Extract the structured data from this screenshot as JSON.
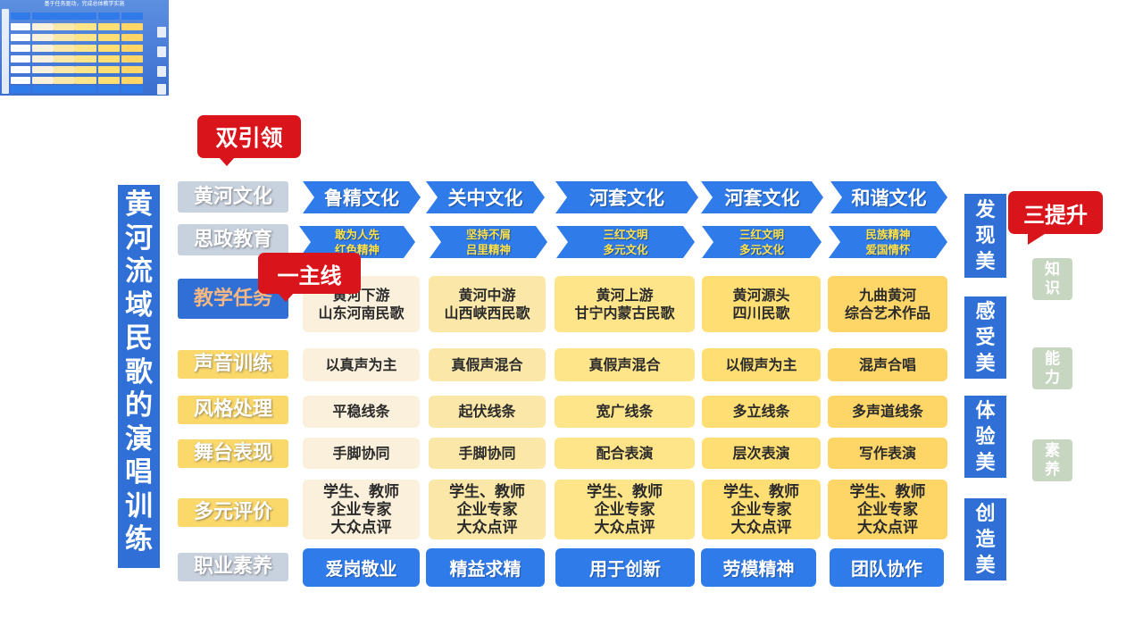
{
  "thumbnail": {
    "title": "基于任务驱动，完成总体教学实施"
  },
  "title": "黄河流域民歌的演唱训练",
  "callouts": {
    "top": "双引领",
    "middle": "一主线",
    "right": "三提升"
  },
  "row_labels": [
    "黄河文化",
    "思政教育",
    "教学任务",
    "声音训练",
    "风格处理",
    "舞台表现",
    "多元评价",
    "职业素养"
  ],
  "culture": [
    "鲁精文化",
    "关中文化",
    "河套文化",
    "河套文化",
    "和谐文化"
  ],
  "ideology": [
    [
      "敢为人先",
      "红色精神"
    ],
    [
      "坚持不屑",
      "吕里精神"
    ],
    [
      "三红文明",
      "多元文化"
    ],
    [
      "三红文明",
      "多元文化"
    ],
    [
      "民族精神",
      "爱国情怀"
    ]
  ],
  "tasks": [
    [
      "黄河下游",
      "山东河南民歌"
    ],
    [
      "黄河中游",
      "山西峡西民歌"
    ],
    [
      "黄河上游",
      "甘宁内蒙古民歌"
    ],
    [
      "黄河源头",
      "四川民歌"
    ],
    [
      "九曲黄河",
      "综合艺术作品"
    ]
  ],
  "voice": [
    "以真声为主",
    "真假声混合",
    "真假声混合",
    "以假声为主",
    "混声合唱"
  ],
  "style": [
    "平稳线条",
    "起伏线条",
    "宽广线条",
    "多立线条",
    "多声道线条"
  ],
  "stage": [
    "手脚协同",
    "手脚协同",
    "配合表演",
    "层次表演",
    "写作表演"
  ],
  "evaluation": [
    [
      "学生、教师",
      "企业专家",
      "大众点评"
    ],
    [
      "学生、教师",
      "企业专家",
      "大众点评"
    ],
    [
      "学生、教师",
      "企业专家",
      "大众点评"
    ],
    [
      "学生、教师",
      "企业专家",
      "大众点评"
    ],
    [
      "学生、教师",
      "企业专家",
      "大众点评"
    ]
  ],
  "professional": [
    "爱岗敬业",
    "精益求精",
    "用于创新",
    "劳模精神",
    "团队协作"
  ],
  "beauty": [
    "发现美",
    "感受美",
    "体验美",
    "创造美"
  ],
  "improve": [
    "知识",
    "能力",
    "素养"
  ],
  "colors": {
    "blue": "#2f6fd6",
    "red": "#d9151b",
    "yellow": "#fbd86a",
    "grey": "#c8d1de",
    "green": "#c7d6c1"
  }
}
